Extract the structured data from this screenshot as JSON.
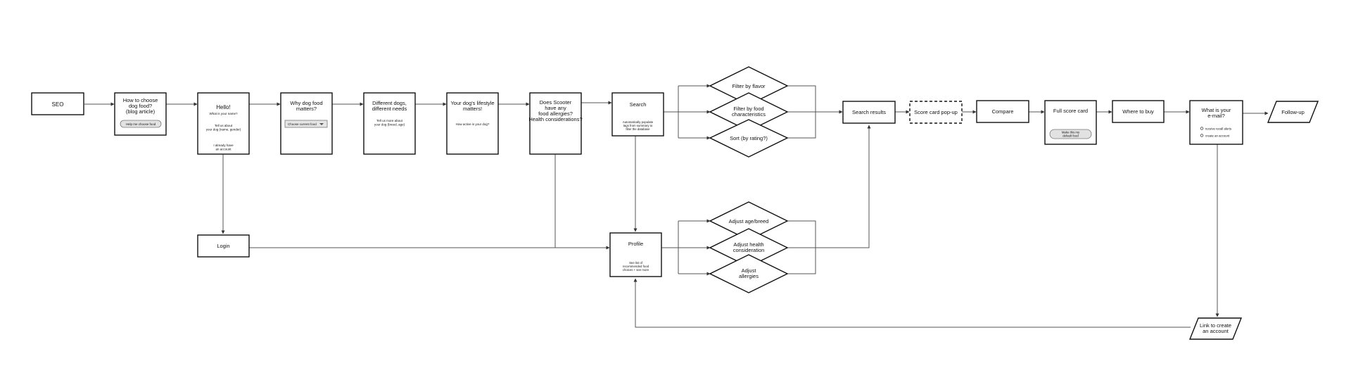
{
  "nodes": {
    "seo": {
      "title": "SEO"
    },
    "how_to_choose": {
      "title": [
        "How to choose",
        "dog food?",
        "(blog article)"
      ],
      "button": "Help me choose food"
    },
    "hello": {
      "title": "Hello!",
      "lines": [
        "What is your name?",
        "",
        "Tell us about",
        "your dog (name, gender)",
        "",
        "",
        "I already have",
        "an account"
      ]
    },
    "why_food": {
      "title": [
        "Why dog food",
        "matters?"
      ],
      "select": "Choose current food"
    },
    "different_dogs": {
      "title": [
        "Different dogs,",
        "different needs"
      ],
      "lines": [
        "Tell us more about",
        "your dog (breed, age)"
      ]
    },
    "lifestyle": {
      "title": [
        "Your dog's lifestyle",
        "matters!"
      ],
      "lines": [
        "How active is your dog?"
      ]
    },
    "allergies": {
      "title": [
        "Does Scooter",
        "have any",
        "food allergies?",
        "Health considerations?"
      ]
    },
    "search": {
      "title": "Search",
      "lines": [
        "Automatically populate",
        "tags from summary to",
        "filter the database"
      ]
    },
    "filter_flavor": {
      "title": "Filter by flavor"
    },
    "filter_characteristics": {
      "title": [
        "Filter by food",
        "characteristics"
      ]
    },
    "sort_rating": {
      "title": "Sort (by rating?)"
    },
    "search_results": {
      "title": "Search results"
    },
    "score_popup": {
      "title": "Score card pop-up"
    },
    "compare": {
      "title": "Compare"
    },
    "full_score": {
      "title": "Full score card",
      "button": [
        "Make this my",
        "default food"
      ]
    },
    "where_to_buy": {
      "title": "Where to buy"
    },
    "email": {
      "title": [
        "What is your",
        "e-mail?"
      ],
      "options": [
        "receive recall alerts",
        "create an account"
      ]
    },
    "follow_up": {
      "title": "Follow-up"
    },
    "login": {
      "title": "Login"
    },
    "profile": {
      "title": "Profile",
      "lines": [
        "See list of",
        "recommended food",
        "choices + see more"
      ]
    },
    "adjust_age": {
      "title": "Adjust age/breed"
    },
    "adjust_health": {
      "title": [
        "Adjust health",
        "consideration"
      ]
    },
    "adjust_allergies": {
      "title": [
        "Adjust",
        "allergies"
      ]
    },
    "link_create": {
      "title": [
        "Link to create",
        "an account"
      ]
    }
  },
  "colors": {
    "stroke": "#111111",
    "line": "#555555",
    "pill": "#e2e2e2",
    "background": "#ffffff"
  }
}
